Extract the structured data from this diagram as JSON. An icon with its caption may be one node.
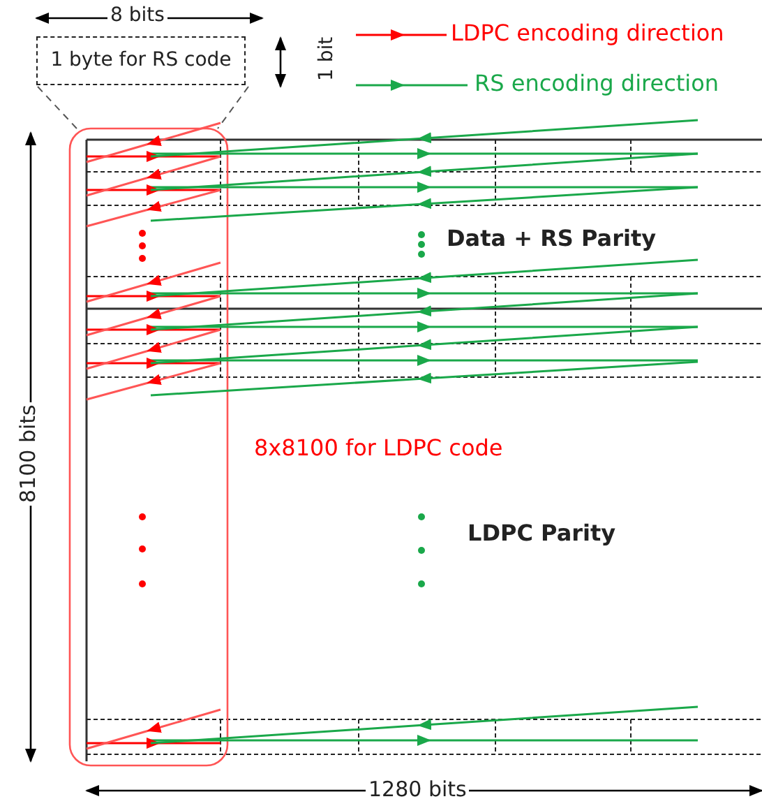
{
  "diagram": {
    "nodes": [
      {
        "text": [
          "1 byte for RS code"
        ]
      }
    ],
    "edges": [],
    "labels": [
      "8 bits",
      "1 bit",
      "Data + RS Parity",
      "8x8100 for LDPC code",
      "LDPC Parity",
      "8100 bits",
      "1280 bits"
    ],
    "legend": [
      {
        "text": "LDPC encoding direction"
      },
      {
        "text": "RS encoding direction"
      }
    ]
  }
}
